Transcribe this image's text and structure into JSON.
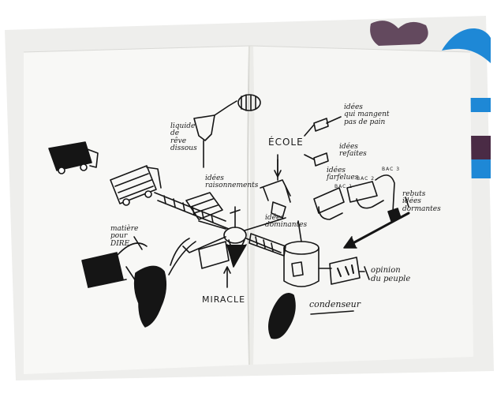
{
  "colors": {
    "paper": "#f7f7f5",
    "back_sheet": "#f2f2f0",
    "ink": "#151515",
    "accent_blue": "#1e88d6",
    "accent_purple": "#4a2b45"
  },
  "labels": {
    "liquide": "liquide\nde\nrêve\ndissous",
    "idees_mangent": "idées\nqui mangent\npas de pain",
    "idees_refaites": "idées\nrefaites",
    "idees_farfelues": "idées\nfarfelues",
    "bac1": "BAC 1",
    "bac2": "BAC 2",
    "bac3": "BAC 3",
    "rebuts": "rebuts\nidées\ndormantes",
    "ecole": "ÉCOLE",
    "idees_raisonnements": "idées\nraisonnements",
    "idees_dominantes": "idées\ndominantes",
    "matiere": "matière\npour\nDIRE",
    "miracle": "MIRACLE",
    "condenseur": "condenseur",
    "opinion": "opinion\ndu peuple"
  }
}
